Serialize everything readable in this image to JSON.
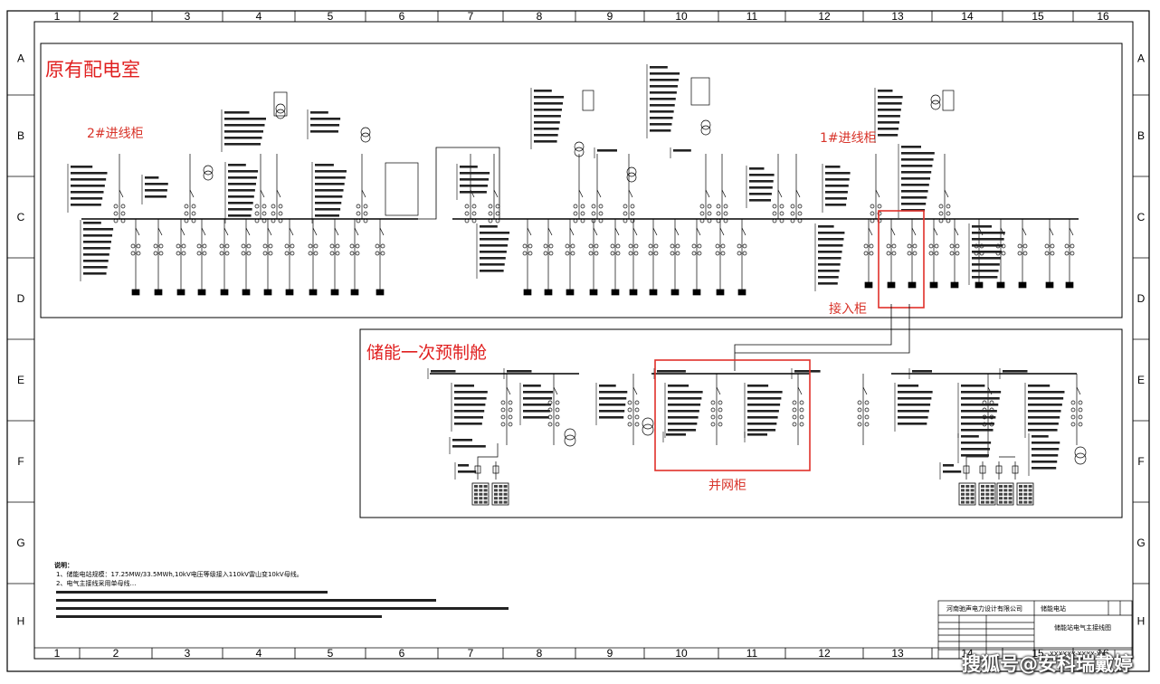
{
  "sections": {
    "original_room": "原有配电室",
    "storage_cabin": "储能一次预制舱"
  },
  "labels": {
    "incoming_2": "2#进线柜",
    "incoming_1": "1#进线柜",
    "access_cabinet": "接入柜",
    "grid_cabinet": "并网柜"
  },
  "grid": {
    "columns": [
      "1",
      "2",
      "3",
      "4",
      "5",
      "6",
      "7",
      "8",
      "9",
      "10",
      "11",
      "12",
      "13",
      "14",
      "15",
      "16"
    ],
    "rows": [
      "A",
      "B",
      "C",
      "D",
      "E",
      "F",
      "G",
      "H"
    ]
  },
  "notes": {
    "heading": "说明：",
    "lines": [
      "1、储能电站规模：17.25MW/33.5MWh,10kV电压等级接入110kV雷山变10kV母线。",
      "2、电气主接线采用单母线…"
    ]
  },
  "title_block": {
    "company": "河南驰声电力设计有限公司",
    "project": "储能电站",
    "drawing_name": "储能站电气主接线图",
    "number": "XXXXXX-XXXX-XX"
  },
  "watermark": "搜狐号@安科瑞戴婷"
}
